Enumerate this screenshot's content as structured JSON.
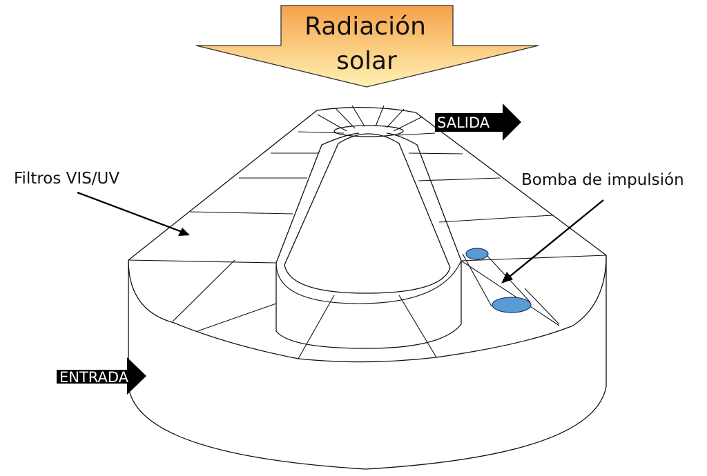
{
  "radiation": {
    "line1": "Radiación",
    "line2": "solar",
    "gradient_top": "#f6a24a",
    "gradient_bottom": "#fff2b3"
  },
  "labels": {
    "filters": "Filtros VIS/UV",
    "pump": "Bomba de impulsión",
    "outlet": "SALIDA",
    "inlet": "ENTRADA"
  },
  "colors": {
    "pump_fill": "#5b9bd5",
    "tag_bg": "#000000",
    "tag_text": "#ffffff"
  }
}
